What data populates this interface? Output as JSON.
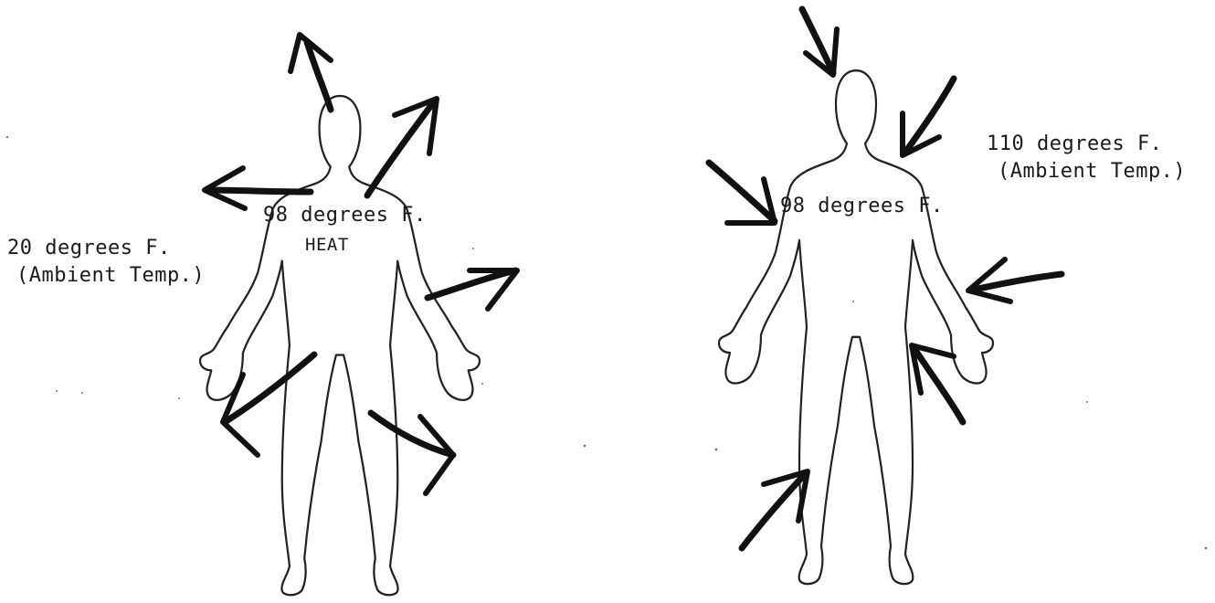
{
  "cold_figure": {
    "body_temp": "98 degrees F.",
    "heat_label": "HEAT",
    "ambient_temp": "20 degrees F.",
    "ambient_note": "(Ambient Temp.)",
    "arrow_direction": "outward"
  },
  "hot_figure": {
    "body_temp": "98 degrees F.",
    "ambient_temp": "110 degrees F.",
    "ambient_note": "(Ambient Temp.)",
    "arrow_direction": "inward"
  },
  "colors": {
    "ink": "#111111",
    "paper": "#ffffff"
  }
}
